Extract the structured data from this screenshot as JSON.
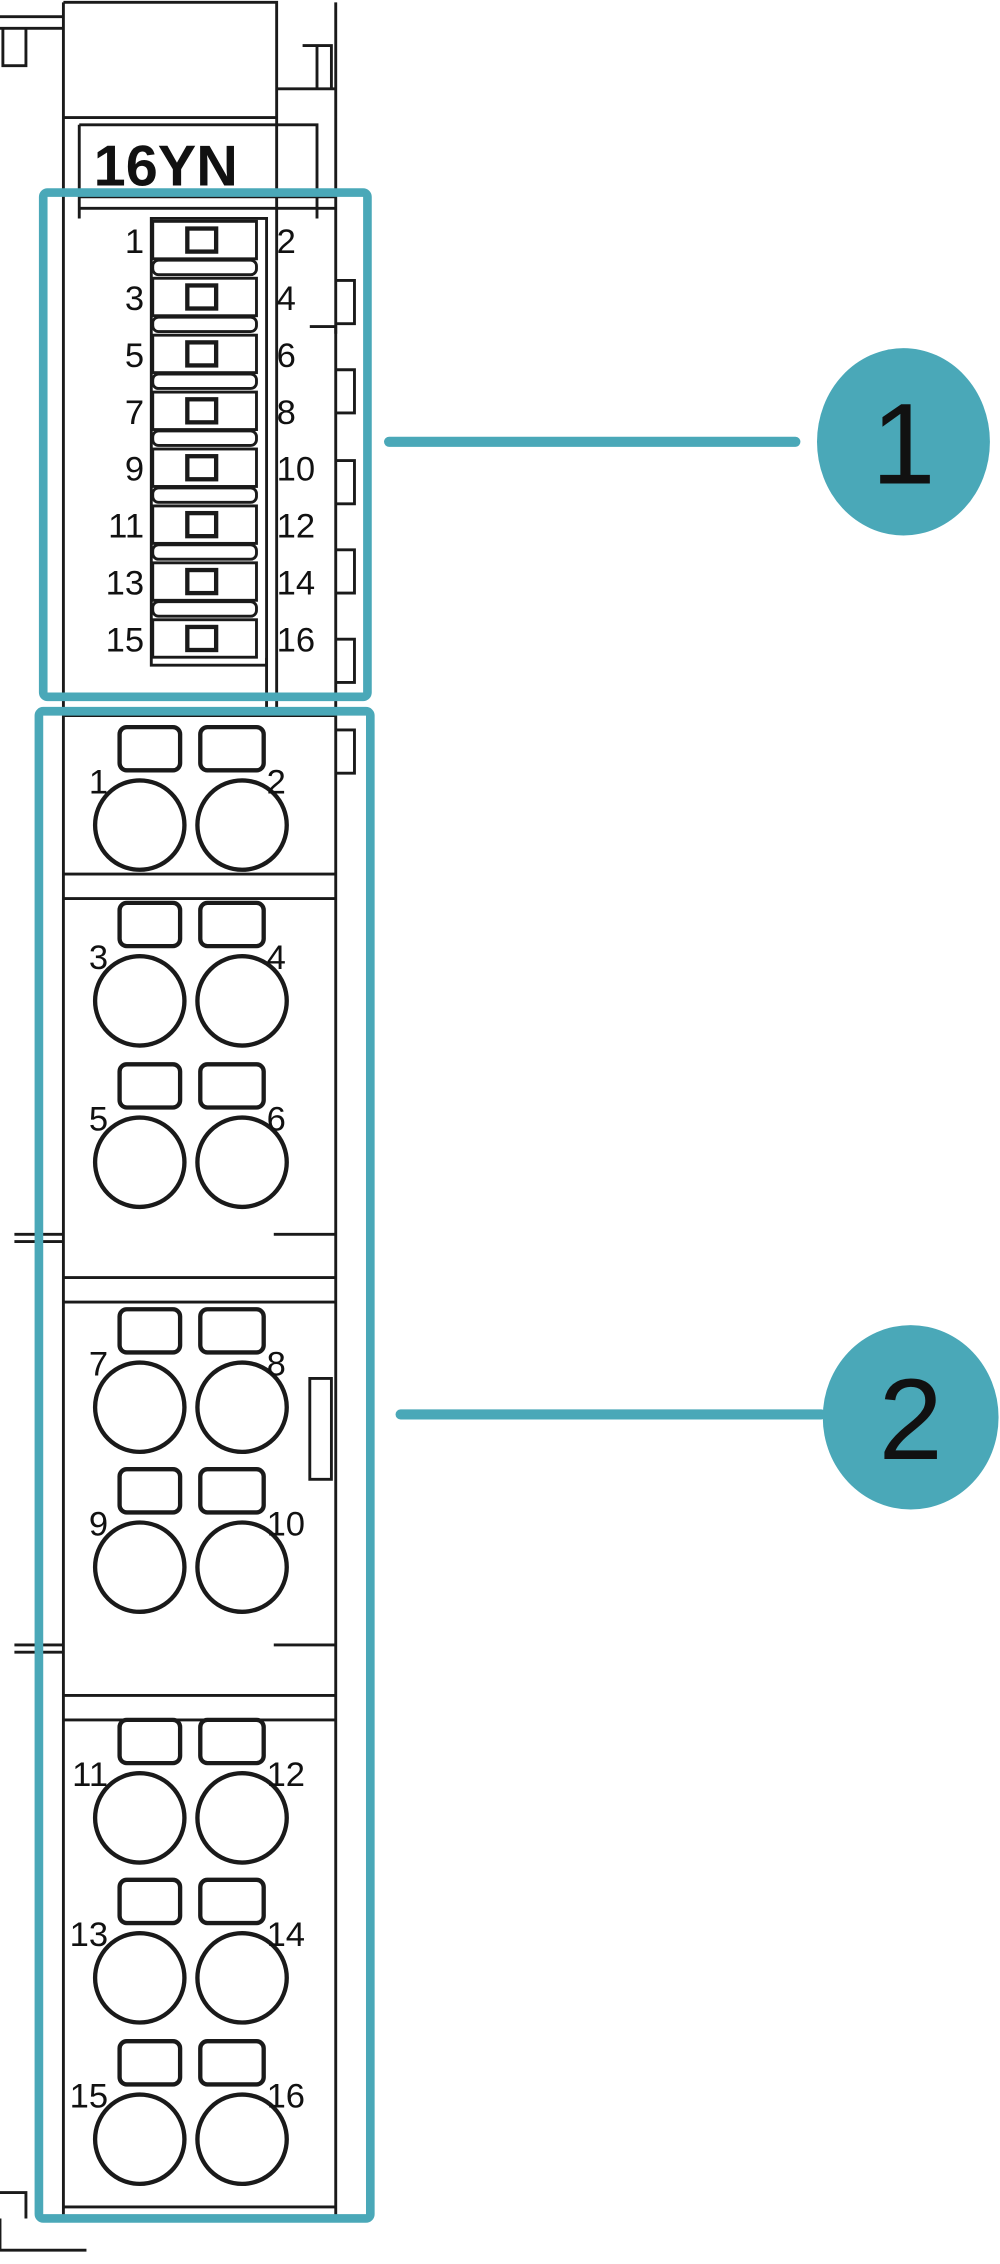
{
  "module": {
    "label": "16YN",
    "top_connector_left_pins": [
      "1",
      "3",
      "5",
      "7",
      "9",
      "11",
      "13",
      "15"
    ],
    "top_connector_right_pins": [
      "2",
      "4",
      "6",
      "8",
      "10",
      "12",
      "14",
      "16"
    ],
    "terminal_left_labels": [
      "1",
      "3",
      "5",
      "7",
      "9",
      "11",
      "13",
      "15"
    ],
    "terminal_right_labels": [
      "2",
      "4",
      "6",
      "8",
      "10",
      "12",
      "14",
      "16"
    ]
  },
  "callouts": [
    {
      "number": "1"
    },
    {
      "number": "2"
    }
  ],
  "colors": {
    "accent": "#4aa8b8",
    "line": "#1a1a1a"
  }
}
